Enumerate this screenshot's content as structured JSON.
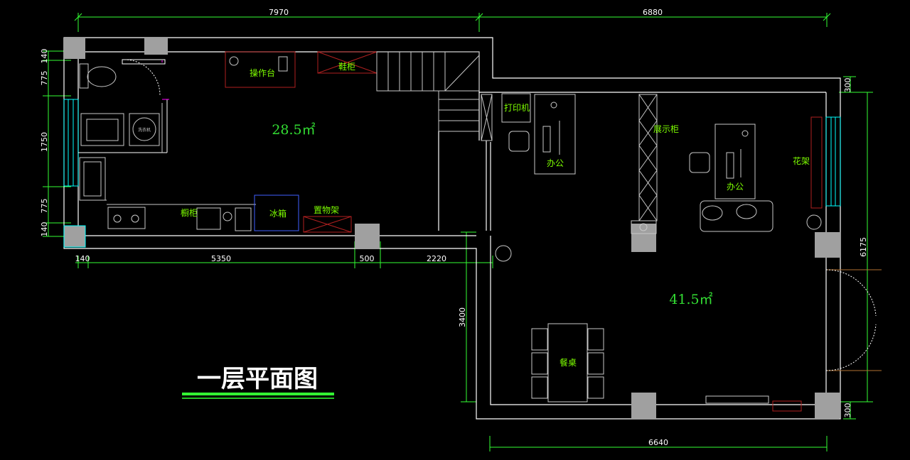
{
  "dimensions": {
    "top_left": "7970",
    "top_right": "6880",
    "left_1": "140",
    "left_2": "775",
    "left_3": "1750",
    "left_4": "775",
    "left_5": "140",
    "mid_1": "140",
    "mid_2": "5350",
    "mid_3": "500",
    "mid_4": "2220",
    "right_top": "300",
    "right_main": "6175",
    "right_bottom": "300",
    "vertical_mid": "3400",
    "bottom": "6640"
  },
  "areas": {
    "left_room": "28.5㎡",
    "right_room": "41.5㎡"
  },
  "labels": {
    "workbench": "操作台",
    "shoe_cabinet": "鞋柜",
    "printer": "打印机",
    "office_1": "办公",
    "office_2": "办公",
    "display_cabinet": "展示柜",
    "flower_stand": "花架",
    "cabinet": "橱柜",
    "fridge": "冰箱",
    "shelf": "置物架",
    "washer": "洗衣机",
    "dining_table": "餐桌"
  },
  "title": "一层平面图",
  "colors": {
    "background": "#000000",
    "wall": "#ffffff",
    "dimension_line": "#33ff33",
    "label": "#7CFC00",
    "column": "#a0a0a0",
    "furniture": "#c8c8c8",
    "furniture_red": "#b02020",
    "accent_cyan": "#00ffff",
    "accent_magenta": "#ff00ff"
  }
}
